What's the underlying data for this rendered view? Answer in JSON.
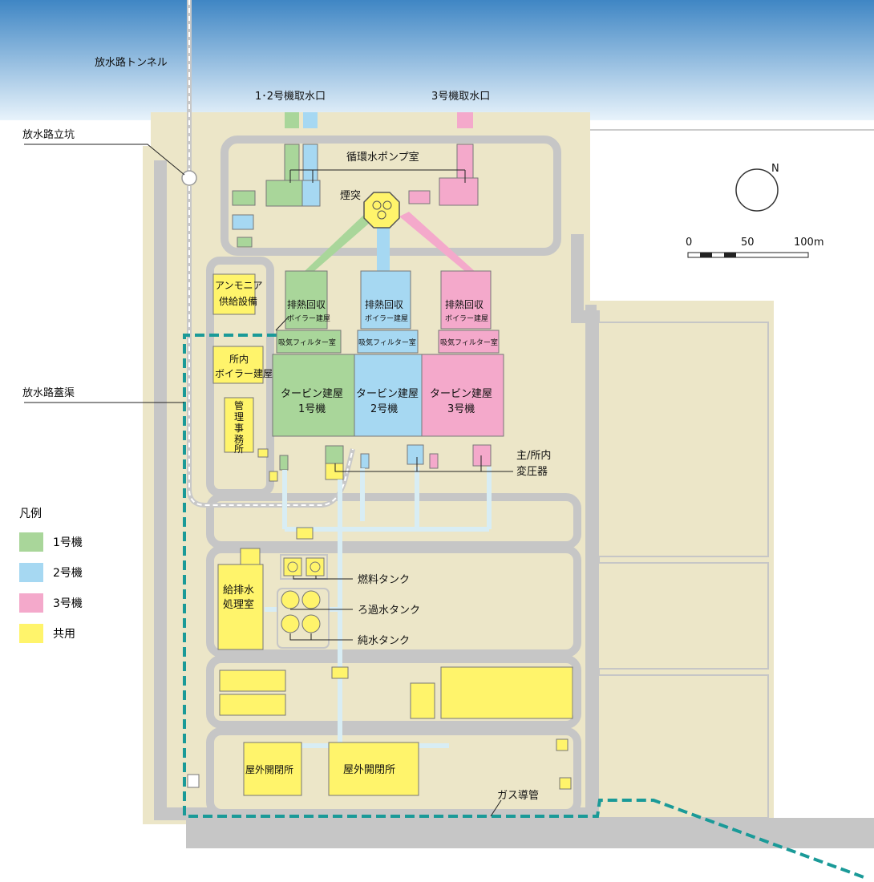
{
  "colors": {
    "sea_top": "#3f86c4",
    "sea_bottom": "#e8f3fb",
    "site": "#ece6c8",
    "road": "#c6c6c6",
    "unit1": "#a9d69a",
    "unit2": "#a6d8f2",
    "unit3": "#f4a9cb",
    "common": "#fff46b",
    "water_duct": "#1a9a98",
    "pipe": "#d8edf4"
  },
  "labels": {
    "outfall_tunnel": "放水路トンネル",
    "outfall_shaft": "放水路立坑",
    "outfall_channel": "放水路蓋渠",
    "intake_12": "1･2号機取水口",
    "intake_3": "3号機取水口",
    "circ_pump": "循環水ポンプ室",
    "stack": "煙突",
    "ammonia": [
      "アンモニア",
      "供給設備"
    ],
    "house_boiler": [
      "所内",
      "ボイラー建屋"
    ],
    "admin": [
      "管",
      "理",
      "事",
      "務",
      "所"
    ],
    "hrsg": [
      "排熱回収",
      "ボイラー建屋"
    ],
    "filter_room": "吸気フィルター室",
    "turbine_1": [
      "タービン建屋",
      "1号機"
    ],
    "turbine_2": [
      "タービン建屋",
      "2号機"
    ],
    "turbine_3": [
      "タービン建屋",
      "3号機"
    ],
    "transformer": [
      "主/所内",
      "変圧器"
    ],
    "fuel_tank": "燃料タンク",
    "filtered_water_tank": "ろ過水タンク",
    "pure_water_tank": "純水タンク",
    "water_treatment": [
      "給排水",
      "処理室"
    ],
    "switchyard_1": "屋外開閉所",
    "switchyard_2": "屋外開閉所",
    "gas_pipe": "ガス導管",
    "compass_n": "N"
  },
  "scale": {
    "ticks": [
      "0",
      "50",
      "100m"
    ]
  },
  "legend": {
    "title": "凡例",
    "items": [
      {
        "label": "1号機",
        "color": "#a9d69a"
      },
      {
        "label": "2号機",
        "color": "#a6d8f2"
      },
      {
        "label": "3号機",
        "color": "#f4a9cb"
      },
      {
        "label": "共用",
        "color": "#fff46b"
      }
    ]
  }
}
